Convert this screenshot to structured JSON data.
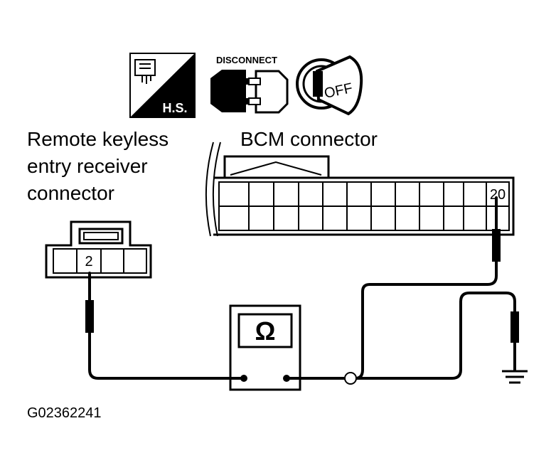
{
  "icons": {
    "hs_label": "H.S.",
    "disconnect_label": "DISCONNECT",
    "off_label": "OFF"
  },
  "labels": {
    "receiver_line1": "Remote keyless",
    "receiver_line2": "entry receiver",
    "receiver_line3": "connector",
    "bcm": "BCM connector",
    "pin_receiver": "2",
    "pin_bcm": "20",
    "ohm_symbol": "Ω",
    "figure_code": "G02362241"
  }
}
